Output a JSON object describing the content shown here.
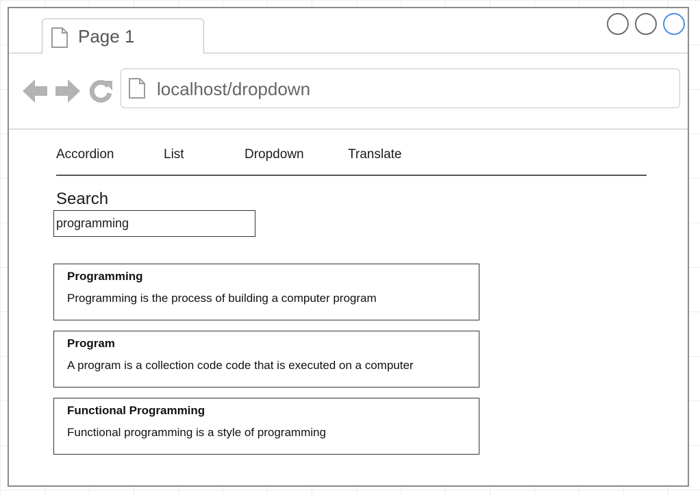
{
  "browser": {
    "tab_title": "Page 1",
    "url": "localhost/dropdown",
    "window_buttons": [
      "minimize",
      "maximize",
      "close"
    ],
    "accent_color": "#4a90e2"
  },
  "nav": {
    "items": [
      {
        "label": "Accordion"
      },
      {
        "label": "List"
      },
      {
        "label": "Dropdown"
      },
      {
        "label": "Translate"
      }
    ]
  },
  "search": {
    "label": "Search",
    "value": "programming"
  },
  "results": [
    {
      "title": "Programming",
      "description": "Programming is the process of building a computer program"
    },
    {
      "title": "Program",
      "description": "A program is a collection code code that is executed on a computer"
    },
    {
      "title": "Functional Programming",
      "description": "Functional programming is a style of programming"
    }
  ],
  "icons": {
    "back": "arrow-left-icon",
    "forward": "arrow-right-icon",
    "reload": "reload-icon",
    "page": "page-icon"
  }
}
